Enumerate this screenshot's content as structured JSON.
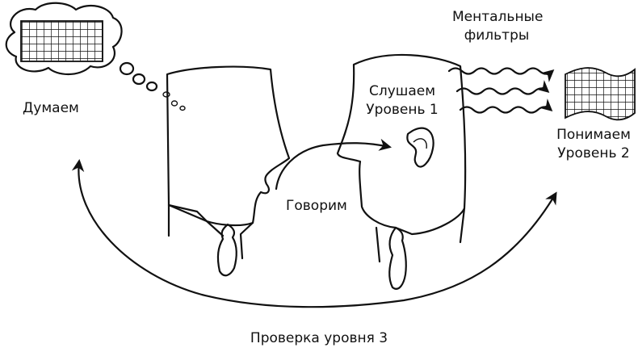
{
  "labels": {
    "think": "Думаем",
    "mental_filters": [
      "Ментальные",
      "фильтры"
    ],
    "listen_level1": [
      "Слушаем",
      "Уровень 1"
    ],
    "understand_level2": [
      "Понимаем",
      "Уровень 2"
    ],
    "speak": "Говорим",
    "check_level3": "Проверка уровня 3"
  }
}
